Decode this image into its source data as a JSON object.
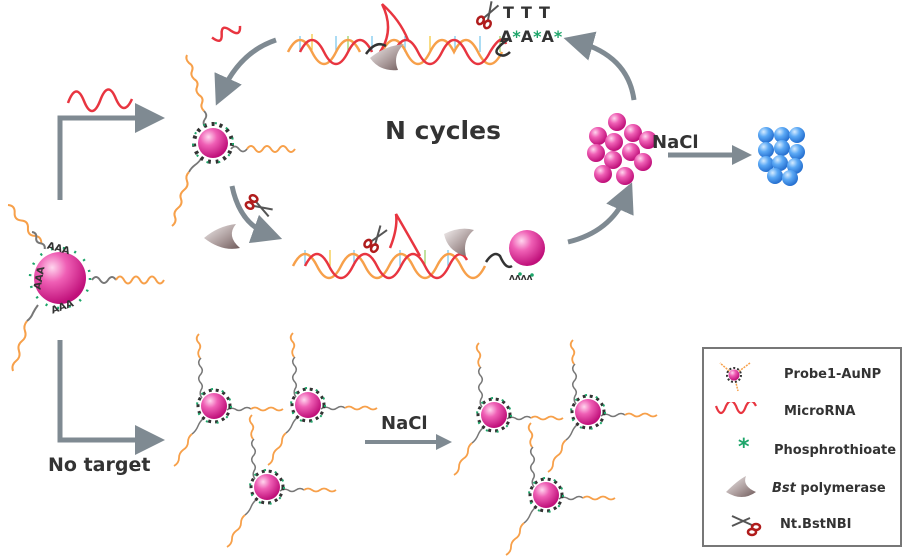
{
  "title": "MicroRNA detection scheme with Probe1-AuNP, Bst polymerase and Nt.BstNBI nicking enzyme",
  "labels": {
    "cycles": "N cycles",
    "nacl_top": "NaCl",
    "nacl_bottom": "NaCl",
    "no_target": "No target",
    "t_bases": [
      "T",
      "T",
      "T"
    ],
    "a_bases": "A*A*A*"
  },
  "legend": {
    "items": [
      {
        "icon": "probe-aunp-icon",
        "label": "Probe1-AuNP"
      },
      {
        "icon": "microrna-icon",
        "label": "MicroRNA"
      },
      {
        "icon": "phosphorothioate-icon",
        "label": "Phosphrothioate"
      },
      {
        "icon": "polymerase-icon",
        "label_italic": "Bst",
        "label_rest": " polymerase"
      },
      {
        "icon": "scissors-icon",
        "label": "Nt.BstNBI"
      }
    ]
  },
  "colors": {
    "gold_particle": "#e8379a",
    "aggregate_particle": "#4a9af0",
    "arrow": "#7f8a92",
    "probe_strand": "#f7a04a",
    "linker_strand": "#777777",
    "microrna": "#e83540",
    "phosphorothioate": "#1ea56a",
    "legend_border": "#777777"
  }
}
